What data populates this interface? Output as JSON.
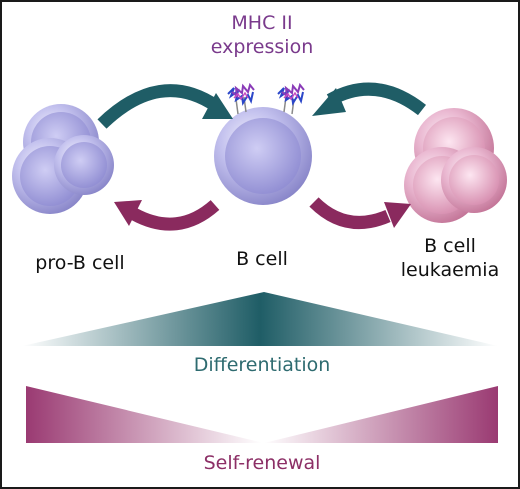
{
  "header": {
    "line1": "MHC II",
    "line2": "expression"
  },
  "cells": {
    "pro_b": {
      "label": "pro-B cell"
    },
    "b": {
      "label": "B cell"
    },
    "leukaemia": {
      "line1": "B cell",
      "line2": "leukaemia"
    }
  },
  "gradients": {
    "differentiation": {
      "label": "Differentiation"
    },
    "self_renewal": {
      "label": "Self-renewal"
    }
  },
  "colors": {
    "teal_arrow": "#1f5d66",
    "maroon_arrow": "#8a2a5e",
    "title": "#7a3a8c",
    "pro_b_cell": "#a9a6e0",
    "b_cell": "#a3a0dc",
    "leukaemia_cell": "#e6a9c6"
  }
}
